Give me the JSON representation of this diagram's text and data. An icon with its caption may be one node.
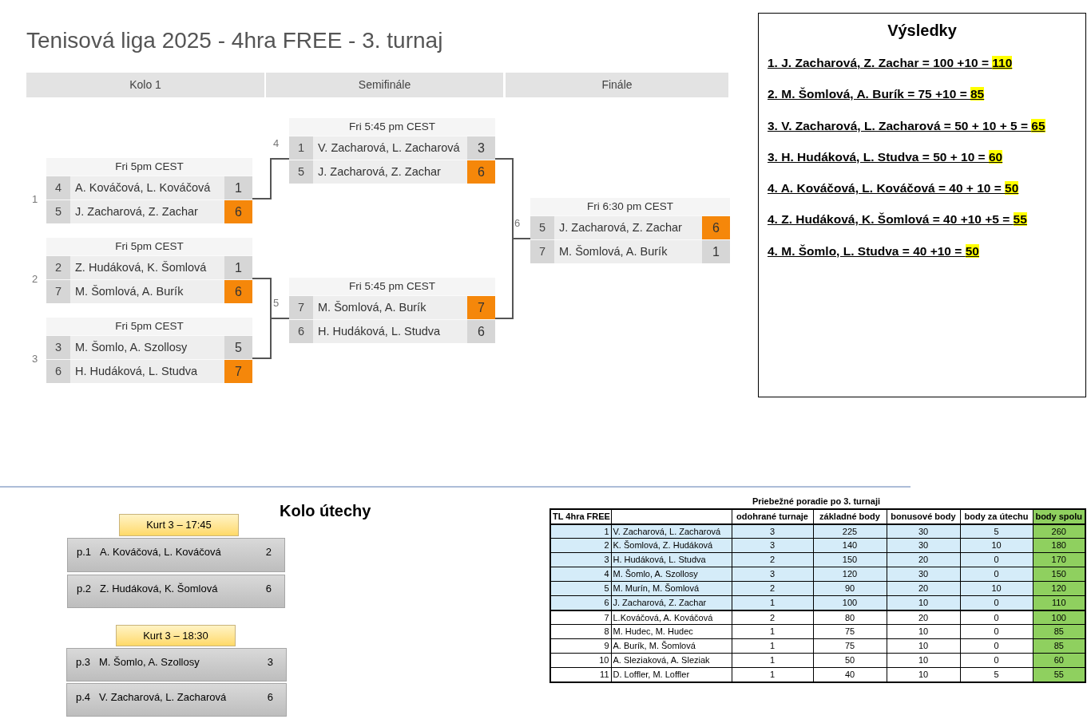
{
  "diagram": {
    "title": "Tenisová liga 2025 - 4hra FREE - 3. turnaj",
    "nodes": [
      {
        "text": [
          "Fri 5pm CEST",
          "4",
          "A. Kováčová, L. Kováčová",
          "1",
          "5",
          "J. Zacharová, Z. Zachar",
          "6"
        ],
        "beside": [
          "1"
        ]
      },
      {
        "text": [
          "Fri 5pm CEST",
          "2",
          "Z. Hudáková, K. Šomlová",
          "1",
          "7",
          "M. Šomlová, A. Burík",
          "6"
        ],
        "beside": [
          "2"
        ]
      },
      {
        "text": [
          "Fri 5pm CEST",
          "3",
          "M. Šomlo, A. Szollosy",
          "5",
          "6",
          "H. Hudáková, L. Studva",
          "7"
        ],
        "beside": [
          "3"
        ]
      },
      {
        "text": [
          "Fri 5:45 pm CEST",
          "1",
          "V. Zacharová, L. Zacharová",
          "3",
          "5",
          "J. Zacharová, Z. Zachar",
          "6"
        ],
        "beside": [
          "4"
        ]
      },
      {
        "text": [
          "Fri 5:45 pm CEST",
          "7",
          "M. Šomlová, A. Burík",
          "7",
          "6",
          "H. Hudáková, L. Studva",
          "6"
        ],
        "beside": [
          "5"
        ]
      },
      {
        "text": [
          "Fri 6:30 pm CEST",
          "5",
          "J. Zacharová, Z. Zachar",
          "6",
          "7",
          "M. Šomlová, A. Burík",
          "1"
        ],
        "beside": [
          "6"
        ]
      },
      {
        "text": [
          "Výsledky",
          "1. J. Zacharová, Z. Zachar = 100 +10 = 110",
          "2. M. Šomlová, A. Burík = 75 +10 = 85",
          "3. V. Zacharová, L. Zacharová = 50 + 10 + 5 = 65",
          "3. H. Hudáková, L. Studva = 50 + 10 = 60",
          "4. A. Kováčová, L. Kováčová = 40 + 10 = 50",
          "4. Z. Hudáková, K. Šomlová = 40 +10 +5 = 55",
          "4. M. Šomlo, L. Studva = 40 +10 = 50"
        ]
      },
      {
        "text": [
          "Kurt 3 – 17:45"
        ]
      },
      {
        "text": [
          "p.1",
          "A. Kováčová, L. Kováčová",
          "2"
        ]
      },
      {
        "text": [
          "p.2",
          "Z. Hudáková, K. Šomlová",
          "6"
        ]
      },
      {
        "text": [
          "Kurt 3 – 18:30"
        ]
      },
      {
        "text": [
          "p.3",
          "M. Šomlo, A. Szollosy",
          "3"
        ]
      },
      {
        "text": [
          "p.4",
          "V. Zacharová, L. Zacharová",
          "6"
        ]
      }
    ],
    "edges": [
      {
        "from": 0,
        "to": 3,
        "arrow": "none"
      },
      {
        "from": 1,
        "to": 4,
        "arrow": "none"
      },
      {
        "from": 2,
        "to": 4,
        "arrow": "none"
      },
      {
        "from": 3,
        "to": 5,
        "arrow": "none"
      },
      {
        "from": 4,
        "to": 5,
        "arrow": "none"
      }
    ],
    "labels": [
      "Kolo 1",
      "Semifinále",
      "Finále",
      "Kolo útechy",
      "Priebežné poradie po 3. turnaji",
      "TL 4hra FREE",
      "odohrané turnaje",
      "základné body",
      "bonusové body",
      "body za útechu",
      "body spolu",
      "1",
      "V. Zacharová, L. Zacharová",
      "3",
      "225",
      "30",
      "5",
      "260",
      "2",
      "K. Šomlová, Z. Hudáková",
      "3",
      "140",
      "30",
      "10",
      "180",
      "3",
      "H. Hudáková, L. Studva",
      "2",
      "150",
      "20",
      "0",
      "170",
      "4",
      "M. Šomlo, A. Szollosy",
      "3",
      "120",
      "30",
      "0",
      "150",
      "5",
      "M. Murín, M. Šomlová",
      "2",
      "90",
      "20",
      "10",
      "120",
      "6",
      "J. Zacharová, Z. Zachar",
      "1",
      "100",
      "10",
      "0",
      "110",
      "7",
      "L.Kováčová, A. Kováčová",
      "2",
      "80",
      "20",
      "0",
      "100",
      "8",
      "M. Hudec, M. Hudec",
      "1",
      "75",
      "10",
      "0",
      "85",
      "9",
      "A. Burík, M. Šomlová",
      "1",
      "75",
      "10",
      "0",
      "85",
      "10",
      "A. Sleziaková, A. Sleziak",
      "1",
      "50",
      "10",
      "0",
      "60",
      "11",
      "D. Loffler, M. Loffler",
      "1",
      "40",
      "10",
      "5",
      "55"
    ]
  }
}
